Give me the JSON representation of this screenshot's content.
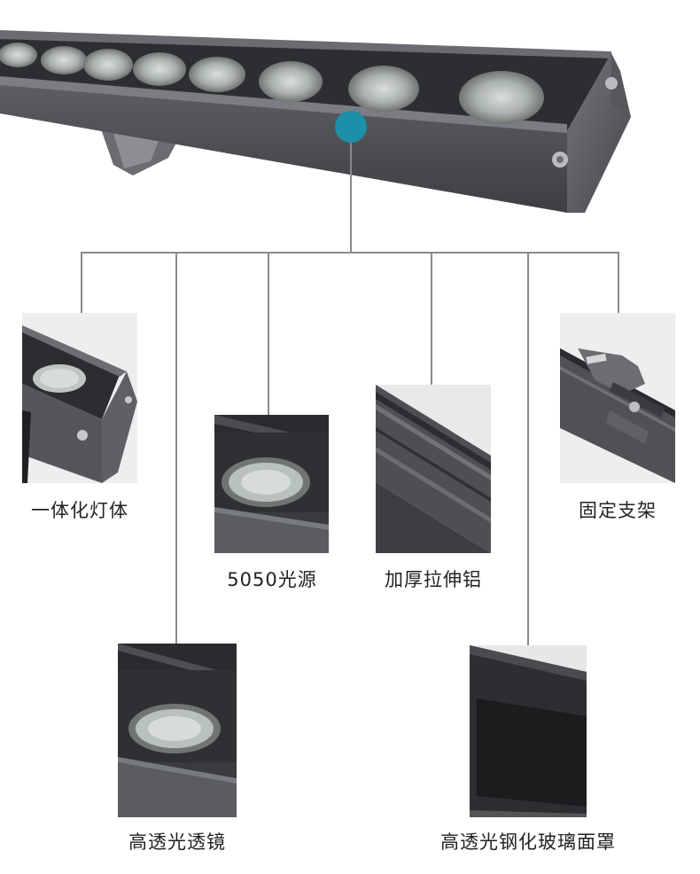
{
  "features": {
    "body": "一体化灯体",
    "led_source": "5050光源",
    "aluminum": "加厚拉伸铝",
    "bracket": "固定支架",
    "lens": "高透光透镜",
    "glass_cover": "高透光钢化玻璃面罩"
  },
  "colors": {
    "housing": "#55575c",
    "housing_dark": "#2b2c30",
    "accent_dot": "#1e8fa8",
    "connector_line": "#8a8a8a"
  }
}
